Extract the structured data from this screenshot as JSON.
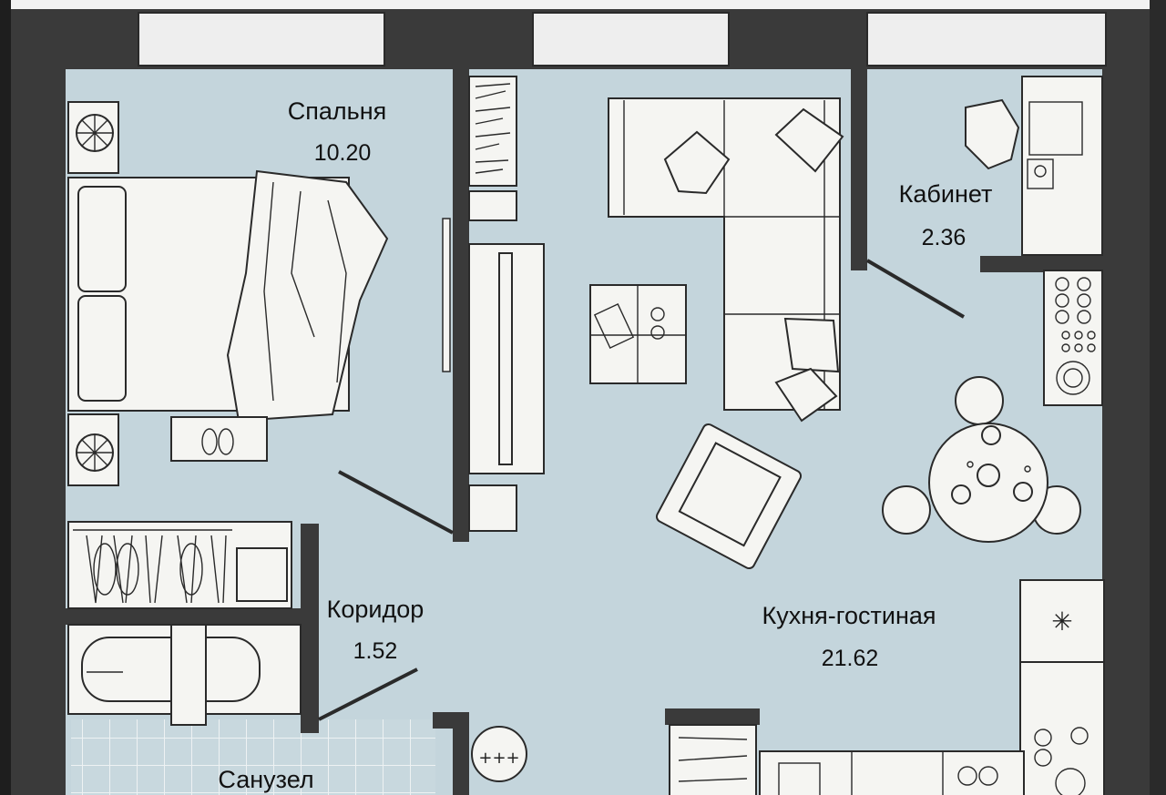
{
  "rooms": {
    "bedroom": {
      "name": "Спальня",
      "area": "10.20"
    },
    "office": {
      "name": "Кабинет",
      "area": "2.36"
    },
    "corridor": {
      "name": "Коридор",
      "area": "1.52"
    },
    "kitchen_living": {
      "name": "Кухня-гостиная",
      "area": "21.62"
    },
    "bathroom": {
      "name": "Санузел"
    }
  },
  "colors": {
    "floor": "#c4d5dc",
    "wall": "#3a3a3a",
    "furniture": "#f5f5f2",
    "outline": "#2a2a2a",
    "page_edge": "#1e1e1e"
  },
  "icons": [
    "fan-icon",
    "slippers-icon",
    "stove-icon",
    "tub-icon",
    "shower-drain-icon",
    "dining-table-icon"
  ]
}
